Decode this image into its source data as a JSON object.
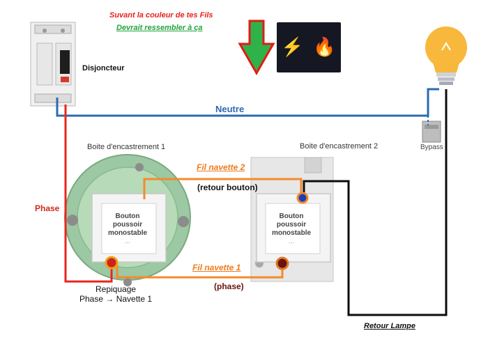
{
  "header": {
    "line1": "Suvant la couleur de tes Fils",
    "line2": "Devrait ressembler à ça"
  },
  "icons": {
    "arrow": "down-arrow-icon",
    "bolt": "⚡",
    "fire": "🔥"
  },
  "labels": {
    "disjoncteur": "Disjoncteur",
    "neutre": "Neutre",
    "boite1": "Boite d'encastrement 1",
    "boite2": "Boite d'encastrement 2",
    "bypass": "Bypass",
    "phase": "Phase",
    "fil_navette_2": "Fil navette 2",
    "retour_bouton": "(retour bouton)",
    "fil_navette_1": "Fil navette 1",
    "phase_paren": "(phase)",
    "repiquage_1": "Repiquage",
    "repiquage_2": "Phase → Navette 1",
    "retour_lampe": "Retour Lampe"
  },
  "button1": {
    "line1": "Bouton",
    "line2": "poussoir",
    "line3": "monostable",
    "line4": "..."
  },
  "button2": {
    "line1": "Bouton",
    "line2": "poussoir",
    "line3": "monostable",
    "line4": "..."
  },
  "colors": {
    "phase": "#e8261e",
    "neutre": "#2c6ab0",
    "navette": "#f58a2a",
    "retour": "#0c0c0c",
    "title_red": "#e8211b",
    "title_green": "#21a33a"
  }
}
